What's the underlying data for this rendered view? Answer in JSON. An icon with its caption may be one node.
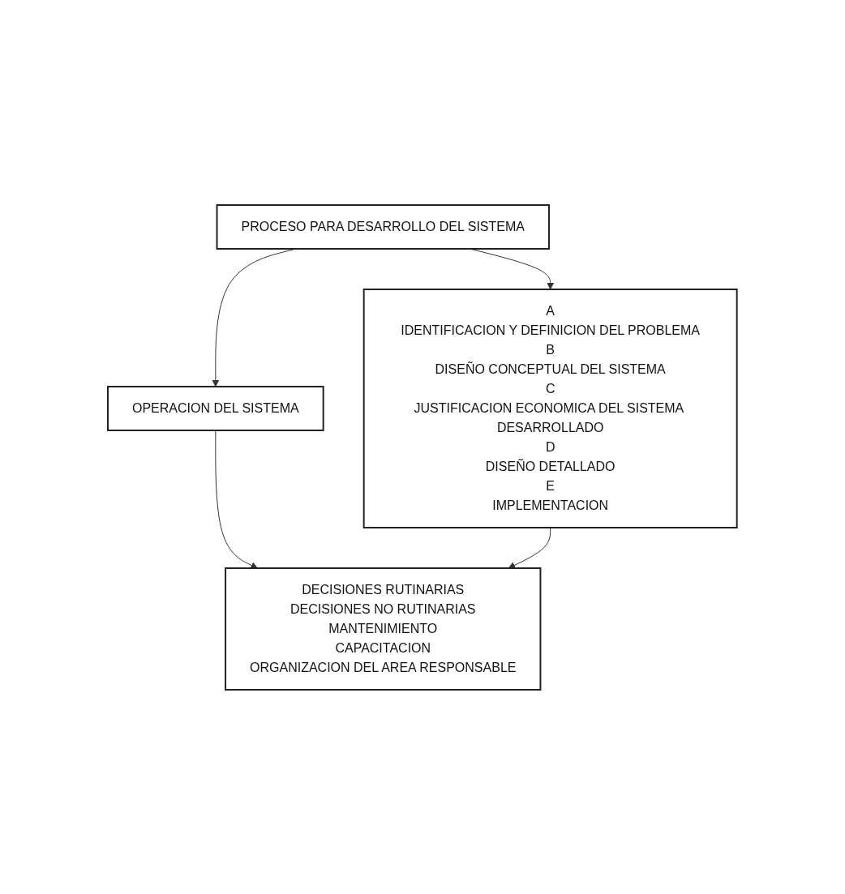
{
  "diagram": {
    "nodes": [
      {
        "text": [
          "PROCESO PARA DESARROLLO DEL SISTEMA"
        ]
      },
      {
        "text": [
          "A",
          "IDENTIFICACION Y DEFINICION DEL PROBLEMA",
          "B",
          "DISEÑO CONCEPTUAL DEL SISTEMA",
          "C",
          "JUSTIFICACION ECONOMICA DEL SISTEMA DESARROLLADO",
          "D",
          "DISEÑO DETALLADO",
          "E",
          "IMPLEMENTACION"
        ]
      },
      {
        "text": [
          "OPERACION DEL SISTEMA"
        ]
      },
      {
        "text": [
          "DECISIONES RUTINARIAS",
          "DECISIONES NO RUTINARIAS",
          "MANTENIMIENTO",
          "CAPACITACION",
          "ORGANIZACION DEL AREA RESPONSABLE"
        ]
      }
    ],
    "edges": [
      {
        "from": 0,
        "to": 1,
        "arrow": "to"
      },
      {
        "from": 0,
        "to": 2,
        "arrow": "to"
      },
      {
        "from": 2,
        "to": 3,
        "arrow": "to"
      },
      {
        "from": 1,
        "to": 3,
        "arrow": "to"
      }
    ]
  }
}
